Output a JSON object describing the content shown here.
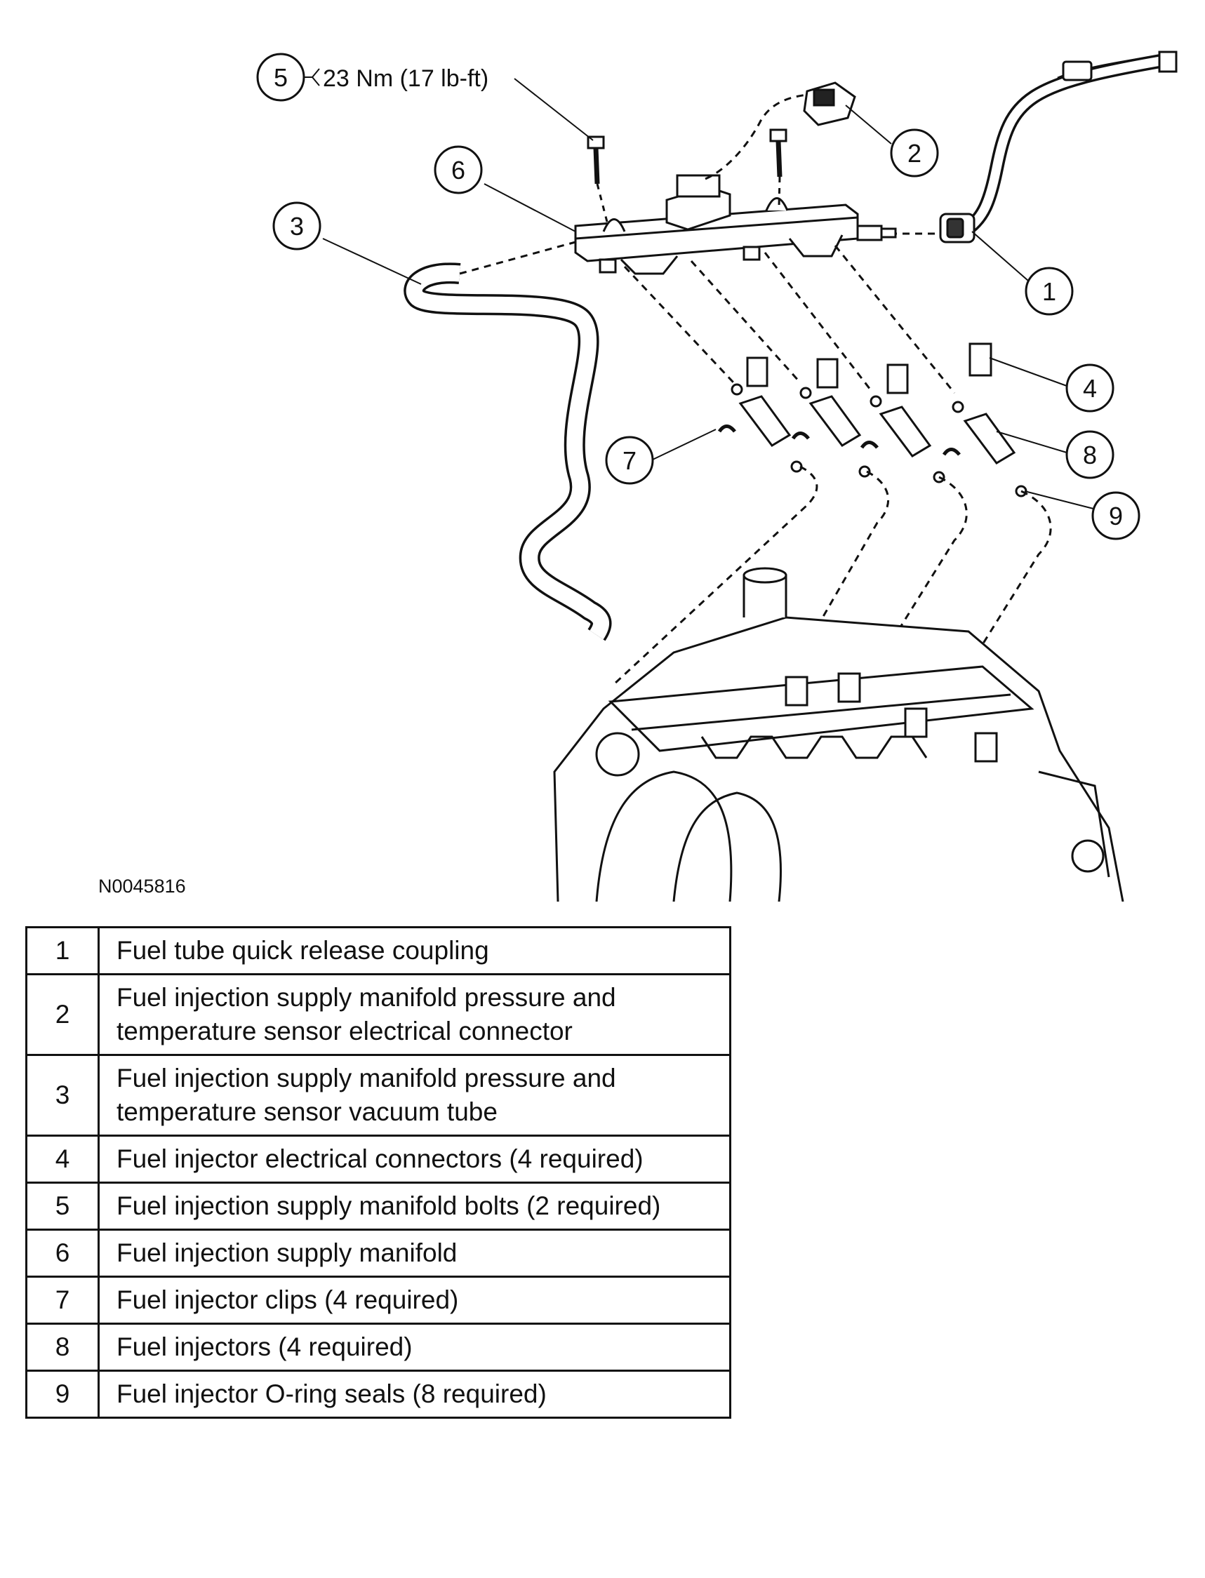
{
  "diagram": {
    "figure_id": "N0045816",
    "torque_spec": "23 Nm (17 lb-ft)",
    "callouts": [
      "1",
      "2",
      "3",
      "4",
      "5",
      "6",
      "7",
      "8",
      "9"
    ]
  },
  "legend": {
    "rows": [
      {
        "num": "1",
        "desc": "Fuel tube quick release coupling"
      },
      {
        "num": "2",
        "desc": "Fuel injection supply manifold pressure and temperature sensor electrical connector"
      },
      {
        "num": "3",
        "desc": "Fuel injection supply manifold pressure and temperature sensor vacuum tube"
      },
      {
        "num": "4",
        "desc": "Fuel injector electrical connectors (4 required)"
      },
      {
        "num": "5",
        "desc": "Fuel injection supply manifold bolts (2 required)"
      },
      {
        "num": "6",
        "desc": "Fuel injection supply manifold"
      },
      {
        "num": "7",
        "desc": "Fuel injector clips (4 required)"
      },
      {
        "num": "8",
        "desc": "Fuel injectors (4 required)"
      },
      {
        "num": "9",
        "desc": "Fuel injector O-ring seals (8 required)"
      }
    ]
  }
}
